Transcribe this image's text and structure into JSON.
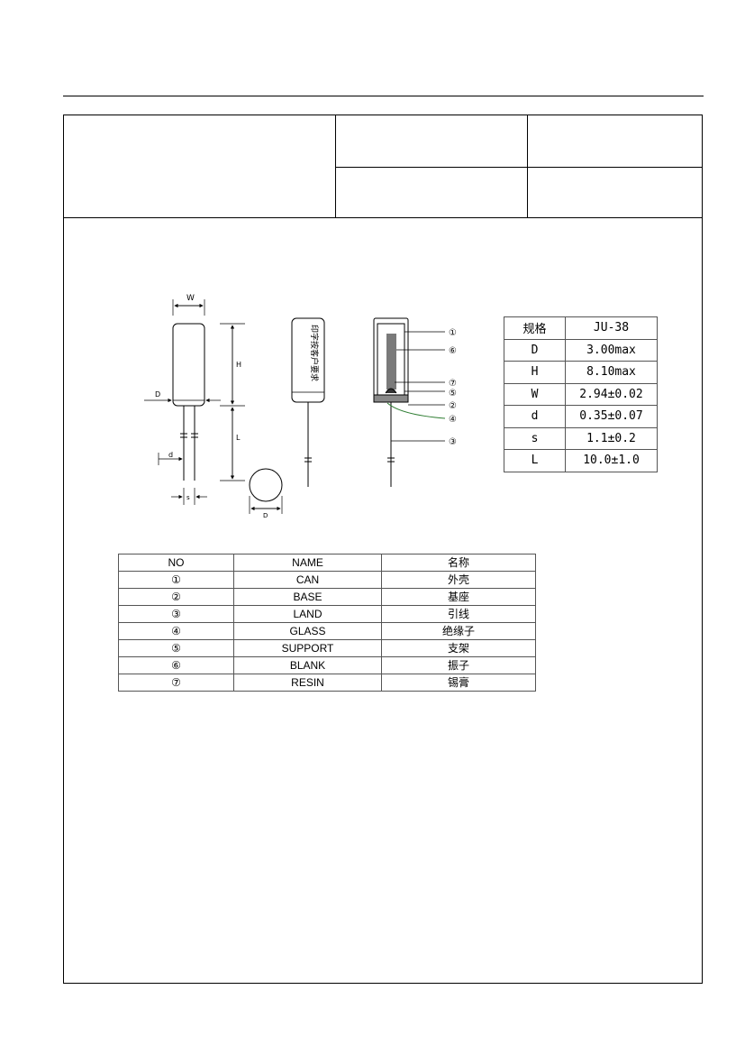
{
  "header": {
    "cell_left": "",
    "cell_mid_top": "",
    "cell_right_top": "",
    "cell_mid_bottom": "",
    "cell_right_bottom": ""
  },
  "drawing": {
    "dim_labels": {
      "W": "W",
      "D_side": "D",
      "H": "H",
      "L": "L",
      "d": "d",
      "s": "s",
      "D_round": "D"
    },
    "body_marking": "印字按客户要求",
    "callouts": [
      "①",
      "⑥",
      "⑦",
      "⑤",
      "②",
      "④",
      "③"
    ]
  },
  "spec_table": {
    "header": {
      "key": "规格",
      "value": "JU-38"
    },
    "rows": [
      {
        "key": "D",
        "value": "3.00max"
      },
      {
        "key": "H",
        "value": "8.10max"
      },
      {
        "key": "W",
        "value": "2.94±0.02"
      },
      {
        "key": "d",
        "value": "0.35±0.07"
      },
      {
        "key": "s",
        "value": "1.1±0.2"
      },
      {
        "key": "L",
        "value": "10.0±1.0"
      }
    ]
  },
  "parts_table": {
    "columns": [
      "NO",
      "NAME",
      "名称"
    ],
    "rows": [
      {
        "no": "①",
        "name": "CAN",
        "cn": "外壳"
      },
      {
        "no": "②",
        "name": "BASE",
        "cn": "基座"
      },
      {
        "no": "③",
        "name": "LAND",
        "cn": "引线"
      },
      {
        "no": "④",
        "name": "GLASS",
        "cn": "绝缘子"
      },
      {
        "no": "⑤",
        "name": "SUPPORT",
        "cn": "支架"
      },
      {
        "no": "⑥",
        "name": "BLANK",
        "cn": "振子"
      },
      {
        "no": "⑦",
        "name": "RESIN",
        "cn": "锡膏"
      }
    ]
  }
}
